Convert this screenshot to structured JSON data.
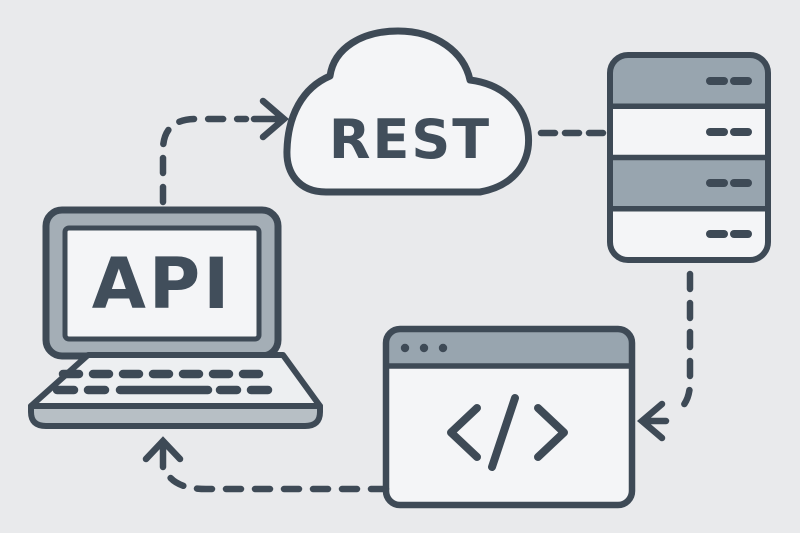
{
  "illustration": {
    "title": "REST API concept diagram",
    "background": "#e9eaec",
    "palette": {
      "outline": "#3e4a56",
      "surface": "#f4f5f7",
      "steel_gray": "#98a5af",
      "laptop_bezel": "#a4aeb6",
      "laptop_deck": "#edeff1",
      "laptop_bar": "#b7bfc5",
      "label_text": "#414e5b"
    },
    "nodes": {
      "laptop": {
        "icon": "laptop-icon",
        "label": "API"
      },
      "cloud": {
        "icon": "cloud-icon",
        "label": "REST"
      },
      "server": {
        "icon": "server-icon",
        "rows": 4,
        "leds_per_row": 2
      },
      "browser": {
        "icon": "browser-icon",
        "titlebar_dots": 3,
        "glyph": "</>"
      }
    },
    "flow": [
      {
        "from": "laptop",
        "to": "cloud",
        "style": "dashed",
        "arrowhead": "right"
      },
      {
        "from": "cloud",
        "to": "server",
        "style": "dashed",
        "arrowhead": "none"
      },
      {
        "from": "server",
        "to": "browser",
        "style": "dashed",
        "arrowhead": "left"
      },
      {
        "from": "browser",
        "to": "laptop",
        "style": "dashed",
        "arrowhead": "up"
      }
    ]
  }
}
